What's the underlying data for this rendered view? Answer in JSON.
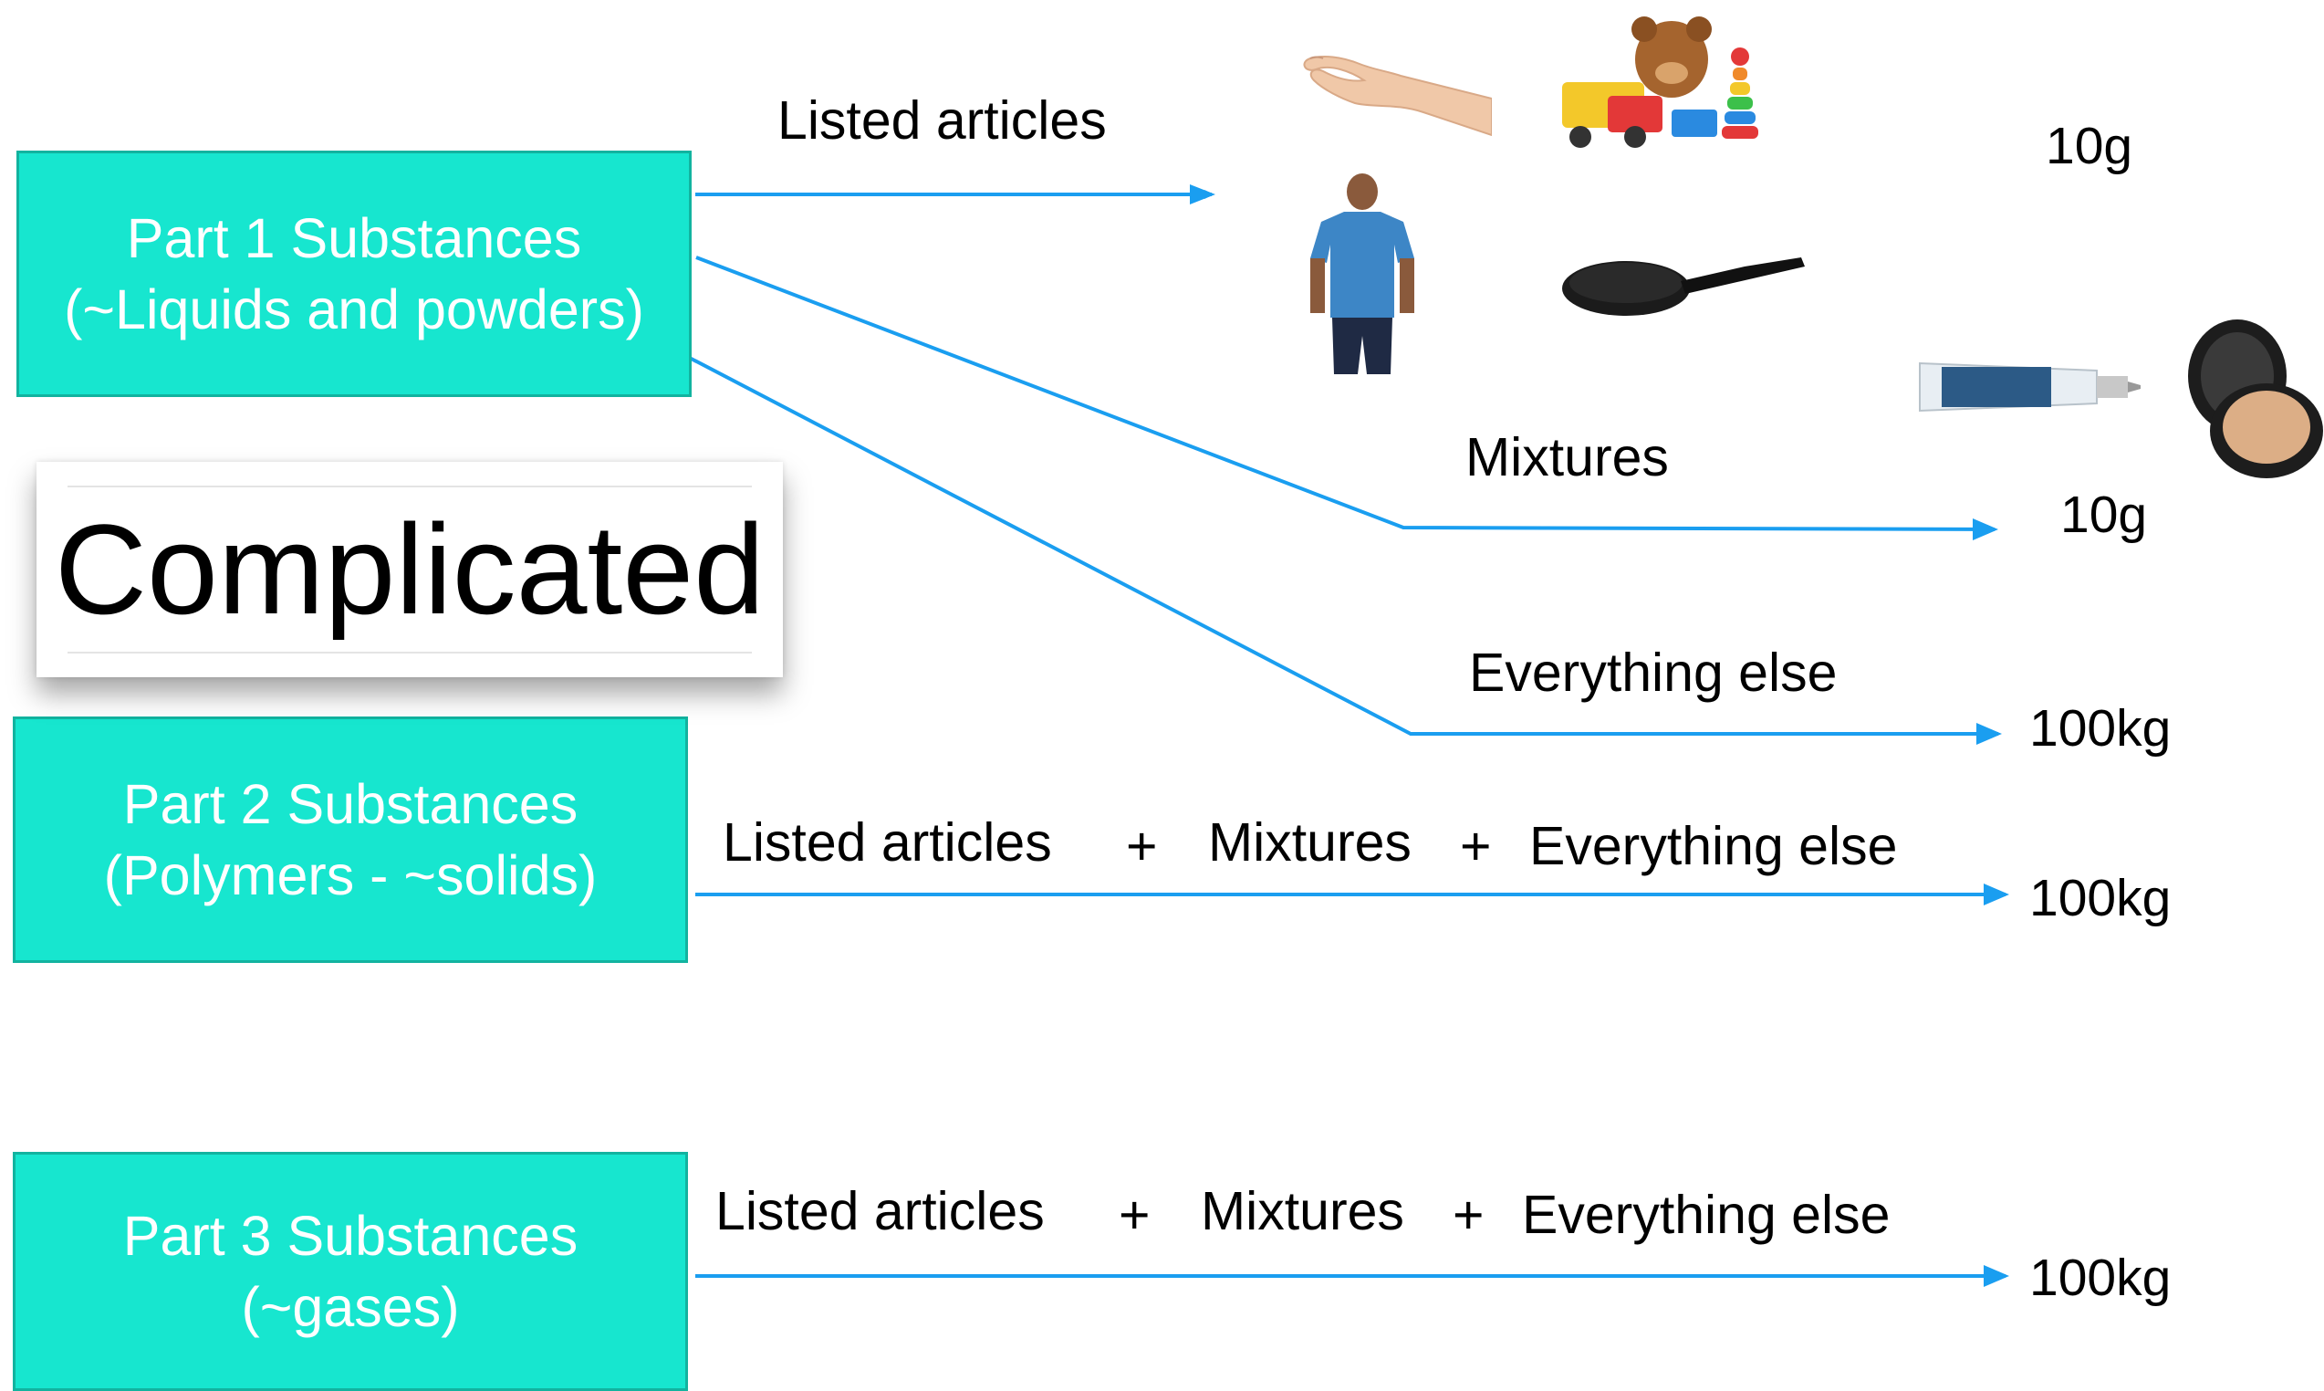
{
  "colors": {
    "box_fill": "#17e6cf",
    "box_border": "#12b39f",
    "arrow": "#1a9ef0"
  },
  "part1": {
    "line1": "Part 1 Substances",
    "line2": "(~Liquids and powders)"
  },
  "part2": {
    "line1": "Part 2 Substances",
    "line2": "(Polymers - ~solids)"
  },
  "part3": {
    "line1": "Part 3 Substances",
    "line2": "(~gases)"
  },
  "callout": "Complicated",
  "row1": {
    "label": "Listed articles",
    "value": "10g"
  },
  "row2": {
    "label": "Mixtures",
    "value": "10g"
  },
  "row3": {
    "label": "Everything else",
    "value": "100kg"
  },
  "row4": {
    "a": "Listed articles",
    "plus1": "+",
    "b": "Mixtures",
    "plus2": "+",
    "c": "Everything else",
    "value": "100kg"
  },
  "row5": {
    "a": "Listed articles",
    "plus1": "+",
    "b": "Mixtures",
    "plus2": "+",
    "c": "Everything else",
    "value": "100kg"
  },
  "images": [
    "hand-photo",
    "toys-photo",
    "person-tshirt-photo",
    "frying-pan-photo",
    "tube-product-photo",
    "compact-powder-photo"
  ]
}
